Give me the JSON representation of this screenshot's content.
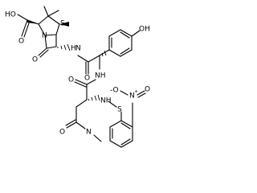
{
  "molecule": {
    "atom_labels": {
      "carboxyl_oh": "HO",
      "carboxyl_o": "O",
      "thiazolidine_s": "S",
      "ring_n": "N",
      "beta_lactam_o": "O",
      "amide1_h": "H",
      "amide1_n": "N",
      "amide1_o": "O",
      "phenol_oh": "OH",
      "amide2_nh": "NH",
      "amide2_o": "O",
      "nitro_o_minus": "-O",
      "nitro_n_plus": "N",
      "nitro_plus_sign": "+",
      "nitro_o": "O",
      "sulfenamide_s": "S",
      "sulfenamide_nh": "NH",
      "terminal_amide_o": "O",
      "terminal_amide_n": "N"
    },
    "colors": {
      "bond": "#000000",
      "label": "#000000",
      "background": "#ffffff"
    }
  }
}
